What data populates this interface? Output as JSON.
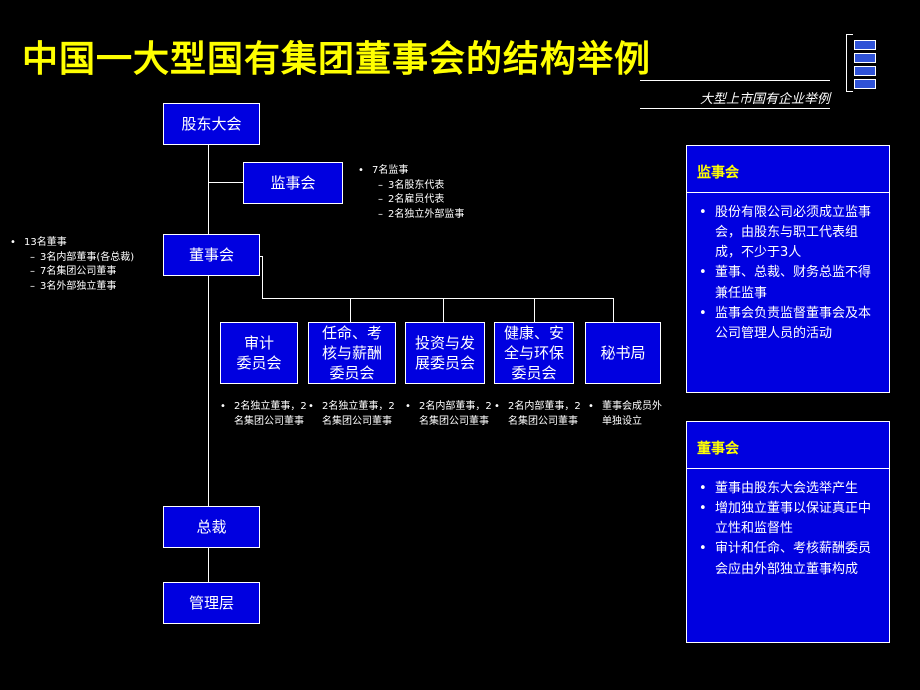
{
  "title": "中国一大型国有集团董事会的结构举例",
  "subtitle": "大型上市国有企业举例",
  "logo_icon": "stacked-bars-logo-icon",
  "nodes": {
    "shareholders": "股东大会",
    "supervisory": "监事会",
    "board": "董事会",
    "audit": "审计\n委员会",
    "nomination": "任命、考\n核与薪酬\n委员会",
    "investment": "投资与发\n展委员会",
    "health": "健康、安\n全与环保\n委员会",
    "secretary": "秘书局",
    "president": "总裁",
    "management": "管理层"
  },
  "notes": {
    "supervisory": {
      "main": "7名监事",
      "subs": [
        "3名股东代表",
        "2名雇员代表",
        "2名独立外部监事"
      ]
    },
    "board": {
      "main": "13名董事",
      "subs": [
        "3名内部董事(各总裁)",
        "7名集团公司董事",
        "3名外部独立董事"
      ]
    },
    "committees": [
      "2名独立董事，2名集团公司董事",
      "2名独立董事，2名集团公司董事",
      "2名内部董事，2名集团公司董事",
      "2名内部董事，2名集团公司董事",
      "董事会成员外单独设立"
    ]
  },
  "panels": {
    "supervisory": {
      "title": "监事会",
      "items": [
        "股份有限公司必须成立监事会，由股东与职工代表组成，不少于3人",
        "董事、总裁、财务总监不得兼任监事",
        "监事会负责监督董事会及本公司管理人员的活动"
      ]
    },
    "board": {
      "title": "董事会",
      "items": [
        "董事由股东大会选举产生",
        "增加独立董事以保证真正中立性和监督性",
        "审计和任命、考核薪酬委员会应由外部独立董事构成"
      ]
    }
  },
  "colors": {
    "background": "#000000",
    "box_fill": "#0000e0",
    "title": "#ffff00",
    "lines": "#ffffff"
  }
}
